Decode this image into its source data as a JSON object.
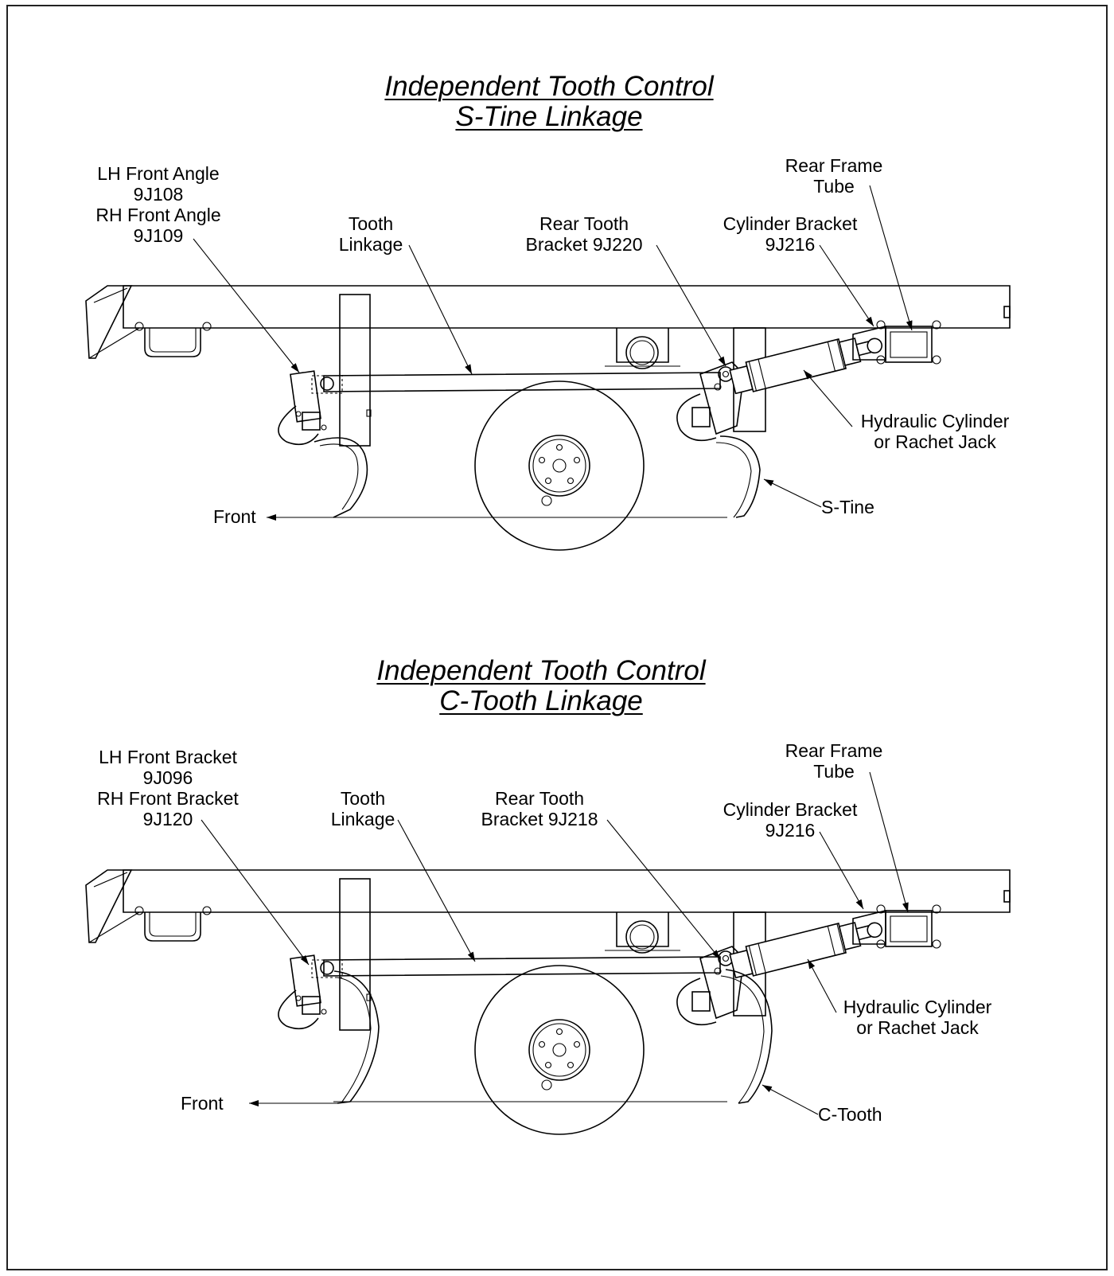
{
  "diagram1": {
    "title_line1": "Independent Tooth Control",
    "title_line2": "S-Tine Linkage",
    "labels": {
      "front_angle_a": "LH Front Angle",
      "front_angle_b": "9J108",
      "front_angle_c": "RH Front Angle",
      "front_angle_d": "9J109",
      "tooth_linkage_a": "Tooth",
      "tooth_linkage_b": "Linkage",
      "rear_tooth_a": "Rear Tooth",
      "rear_tooth_b": "Bracket 9J220",
      "cylinder_bracket_a": "Cylinder Bracket",
      "cylinder_bracket_b": "9J216",
      "rear_frame_a": "Rear Frame",
      "rear_frame_b": "Tube",
      "hydraulic_a": "Hydraulic Cylinder",
      "hydraulic_b": "or Rachet Jack",
      "tine": "S-Tine",
      "front": "Front"
    }
  },
  "diagram2": {
    "title_line1": "Independent Tooth Control",
    "title_line2": "C-Tooth Linkage",
    "labels": {
      "front_bracket_a": "LH Front Bracket",
      "front_bracket_b": "9J096",
      "front_bracket_c": "RH Front Bracket",
      "front_bracket_d": "9J120",
      "tooth_linkage_a": "Tooth",
      "tooth_linkage_b": "Linkage",
      "rear_tooth_a": "Rear Tooth",
      "rear_tooth_b": "Bracket 9J218",
      "cylinder_bracket_a": "Cylinder Bracket",
      "cylinder_bracket_b": "9J216",
      "rear_frame_a": "Rear Frame",
      "rear_frame_b": "Tube",
      "hydraulic_a": "Hydraulic Cylinder",
      "hydraulic_b": "or Rachet Jack",
      "tine": "C-Tooth",
      "front": "Front"
    }
  }
}
